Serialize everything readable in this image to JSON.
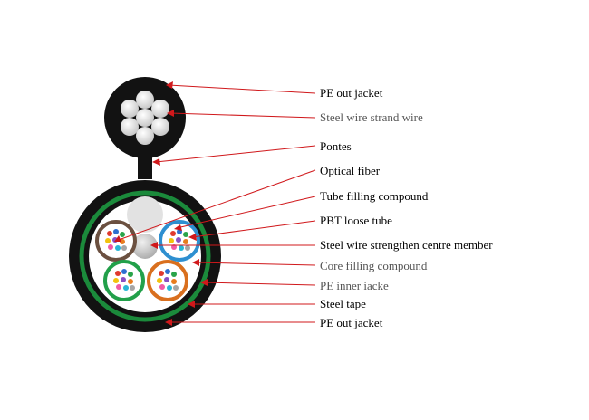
{
  "labels": {
    "pe_out_jacket_top": "PE out jacket",
    "steel_wire_strand_wire": "Steel wire strand wire",
    "pontes": "Pontes",
    "optical_fiber": "Optical fiber",
    "tube_filling_compound": "Tube filling compound",
    "pbt_loose_tube": "PBT loose tube",
    "steel_wire_strengthen_centre": "Steel wire strengthen centre",
    "steel_wire_strengthen_member": "member",
    "core_filling_compound": "Core filling compound",
    "pe_inner_jacket": "PE inner iacke",
    "steel_tape": "Steel tape",
    "pe_out_jacket_bottom": "PE out jacket"
  },
  "colors": {
    "leader_line": "#d0181b",
    "outer_jacket": "#121212",
    "steel_tape": "#1b8a3b",
    "strand_wire": "#e3e3e3",
    "loose_tube_brown": "#6b5040",
    "loose_tube_blue": "#2e8fd0",
    "loose_tube_green": "#22a04a",
    "loose_tube_orange": "#d96f1e",
    "core_filling": "#ffffff",
    "center_member": "#c8c8c8"
  }
}
